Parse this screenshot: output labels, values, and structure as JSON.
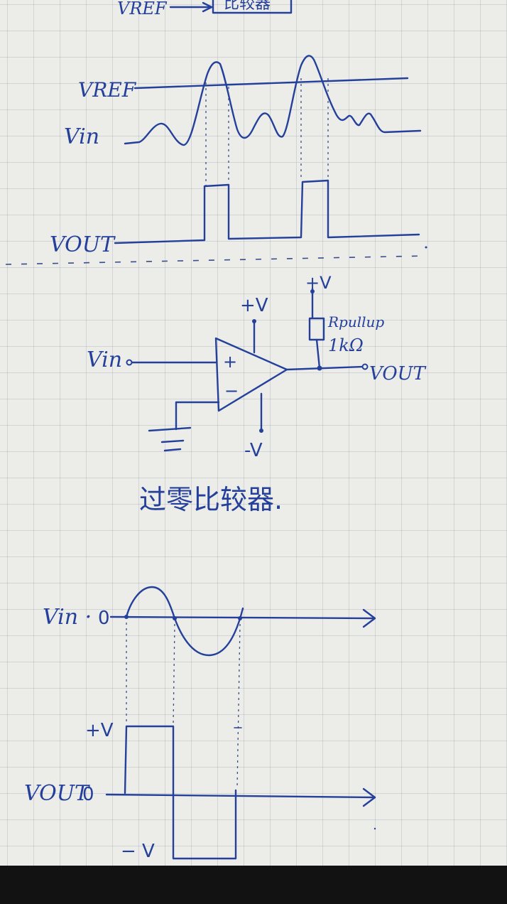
{
  "top_partial": {
    "vref_label": "VREF",
    "block_text": "比较器"
  },
  "window_comparator": {
    "vref_label": "VREF",
    "vin_label": "Vin",
    "vout_label": "VOUT"
  },
  "circuit": {
    "vin_label": "Vin",
    "vout_label": "VOUT",
    "plus_supply_amp": "+V",
    "minus_supply_amp": "-V",
    "plus_supply_pullup": "+V",
    "resistor_name": "Rpullup",
    "resistor_value": "1kΩ",
    "noninverting_symbol": "+",
    "inverting_symbol": "−"
  },
  "caption": "过零比较器.",
  "zero_crossing": {
    "vin_label": "Vin ·",
    "vin_zero": "0",
    "vout_label": "VOUT",
    "vout_zero": "0",
    "plus_level": "+V",
    "minus_level": "− V"
  },
  "colors": {
    "ink": "#24409a",
    "paper": "#ecece8",
    "grid": "#a9b0bf"
  }
}
